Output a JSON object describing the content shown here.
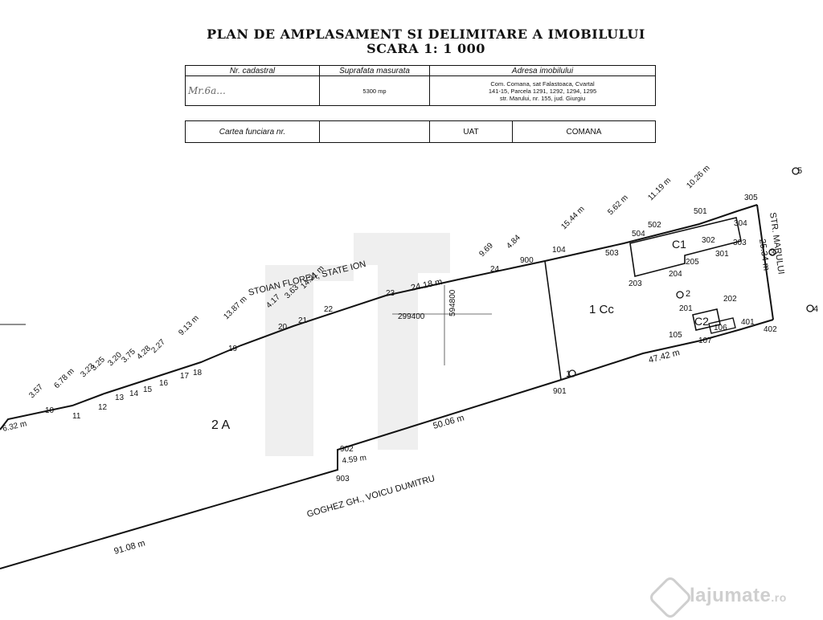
{
  "title": {
    "line1": "PLAN DE AMPLASAMENT SI DELIMITARE A IMOBILULUI",
    "line2": "SCARA 1: 1 000"
  },
  "table1": {
    "headers": [
      "Nr. cadastral",
      "Suprafata masurata",
      "Adresa imobilului"
    ],
    "cadastral_value": "Mr.6a...",
    "area": "5300 mp",
    "address_lines": [
      "Com. Comana, sat Falastoaca, Cvartal",
      "141-15, Parcela 1291, 1292, 1294, 1295",
      "str. Marului, nr. 155, jud. Giurgiu"
    ]
  },
  "table2": {
    "carte_label": "Cartea funciara nr.",
    "carte_value": "",
    "uat_label": "UAT",
    "uat_value": "COMANA"
  },
  "plan": {
    "neighbors": {
      "north": "STOIAN FLOREA, STATE ION",
      "south": "GOGHEZ GH., VOICU DUMITRU",
      "street": "STR. MARULUI"
    },
    "lots": {
      "lot1": "1 Cc",
      "lot2": "2 A",
      "building1": "C1",
      "building2": "C2"
    },
    "grid": {
      "x": "299400",
      "y": "594800"
    },
    "distances": {
      "d_6_32": "6.32 m",
      "d_3_57": "3.57",
      "d_6_78": "6.78 m",
      "d_3_23": "3.23",
      "d_3_25": "3.25",
      "d_3_20": "3.20",
      "d_3_75": "3.75",
      "d_4_28": "4.28",
      "d_2_27": "2.27",
      "d_9_13": "9.13 m",
      "d_13_87": "13.87 m",
      "d_4_17": "4.17",
      "d_3_63": "3.63",
      "d_14_21": "14.21 m",
      "d_24_18": "24.18 m",
      "d_9_69": "9.69",
      "d_4_84": "4.84",
      "d_15_44": "15.44 m",
      "d_5_62": "5.62 m",
      "d_11_19": "11.19 m",
      "d_10_26": "10.26 m",
      "d_25_34": "25.34 m",
      "d_47_42": "47.42 m",
      "d_50_06": "50.06 m",
      "d_4_59": "4.59 m",
      "d_91_08": "91.08 m"
    },
    "points": {
      "p10": "10",
      "p11": "11",
      "p12": "12",
      "p13": "13",
      "p14": "14",
      "p15": "15",
      "p16": "16",
      "p17": "17",
      "p18": "18",
      "p19": "19",
      "p20": "20",
      "p21": "21",
      "p22": "22",
      "p23": "23",
      "p24": "24",
      "p900": "900",
      "p104": "104",
      "p503": "503",
      "p504": "504",
      "p502": "502",
      "p501": "501",
      "p305": "305",
      "p304": "304",
      "p302": "302",
      "p303": "303",
      "p301": "301",
      "p205": "205",
      "p204": "204",
      "p203": "203",
      "p201": "201",
      "p202": "202",
      "p105": "105",
      "p106": "106",
      "p107": "107",
      "p401": "401",
      "p402": "402",
      "p901": "901",
      "p902": "902",
      "p903": "903"
    },
    "markers": {
      "m1": "1",
      "m2": "2",
      "m3": "3",
      "m4": "4",
      "m5": "5"
    }
  },
  "watermark": {
    "brand": "lajumate",
    "tld": ".ro"
  }
}
